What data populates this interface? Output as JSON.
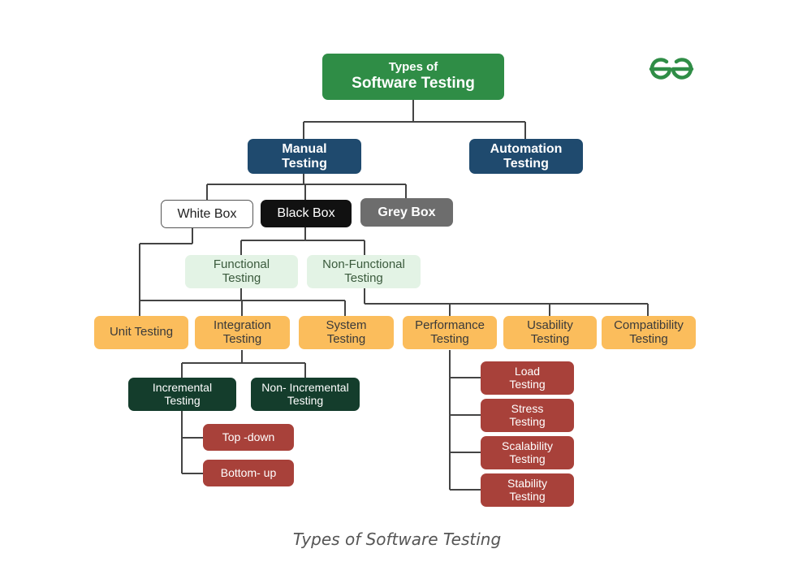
{
  "diagram": {
    "root": {
      "line1": "Types of",
      "line2": "Software Testing"
    },
    "manual": "Manual\nTesting",
    "automation": "Automation\nTesting",
    "white_box": "White Box",
    "black_box": "Black Box",
    "grey_box": "Grey Box",
    "functional": "Functional\nTesting",
    "non_functional": "Non-Functional\nTesting",
    "unit": "Unit Testing",
    "integration": "Integration\nTesting",
    "system": "System\nTesting",
    "performance": "Performance\nTesting",
    "usability": "Usability\nTesting",
    "compatibility": "Compatibility\nTesting",
    "incremental": "Incremental\nTesting",
    "non_incremental": "Non- Incremental\nTesting",
    "top_down": "Top -down",
    "bottom_up": "Bottom- up",
    "load": "Load\nTesting",
    "stress": "Stress\nTesting",
    "scalability": "Scalability\nTesting",
    "stability": "Stability\nTesting"
  },
  "logo": {
    "icon": "gfg-logo-icon",
    "color": "#2f8d46"
  },
  "colors": {
    "root": "#2f8d46",
    "navy": "#1f4a6e",
    "grey": "#6d6d6d",
    "mint": "#e3f3e5",
    "orange": "#fbbd5c",
    "dark_green": "#143d2c",
    "red": "#a8413a"
  },
  "caption": "Types of Software Testing"
}
